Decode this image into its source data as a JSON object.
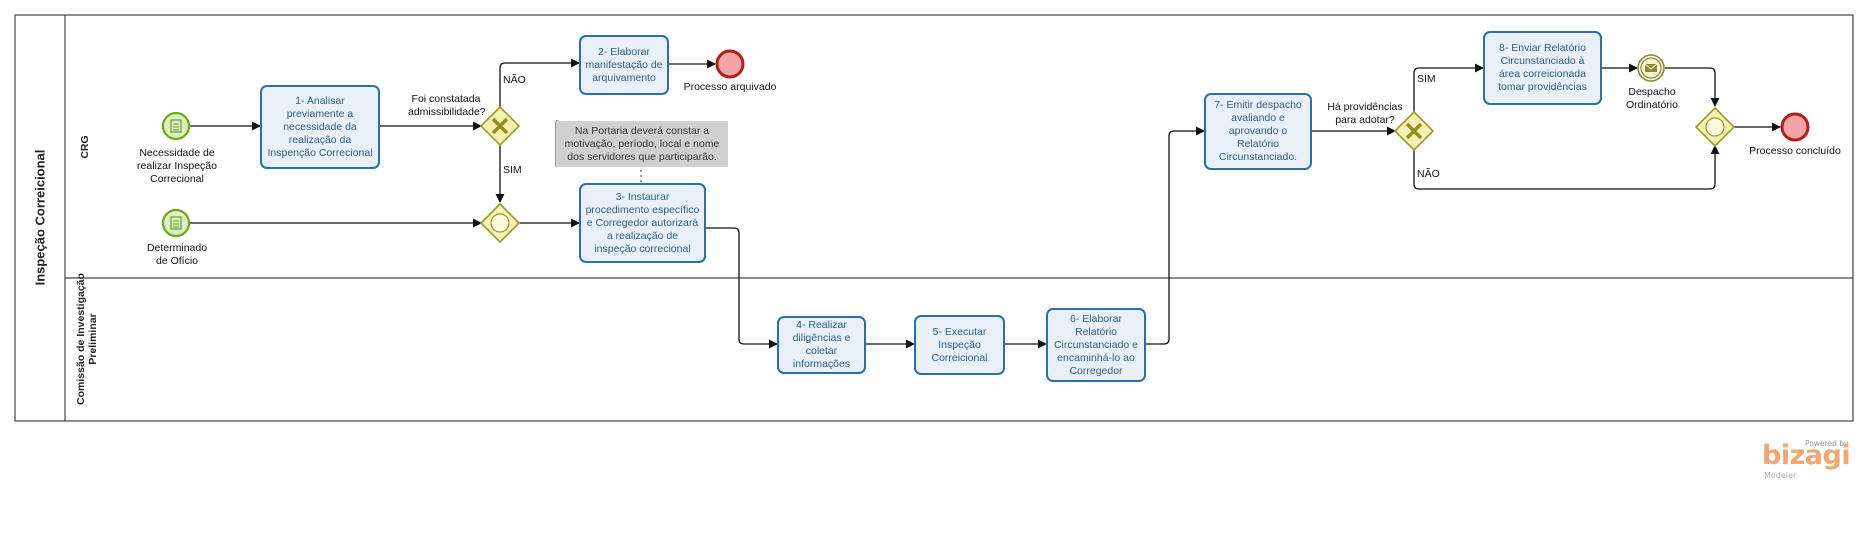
{
  "pool": {
    "title": "Inspeção Correicional"
  },
  "lanes": [
    {
      "id": "crg",
      "title": "CRG"
    },
    {
      "id": "comissao",
      "title": "Comissão de Investigação Preliminar"
    }
  ],
  "events": {
    "start1": "Necessidade de realizar Inspeção Correcional",
    "start2": "Determinado de Ofício",
    "end1": "Processo arquivado",
    "end2": "Processo concluído",
    "message": "Despacho Ordinatório"
  },
  "gateways": {
    "g1": "Foi constatada admissibilidade?",
    "g2": "Há providências para adotar?"
  },
  "tasks": {
    "t1": "1- Analisar previamente a necessidade da realização da Inspenção Correcional",
    "t2": "2- Elaborar manifestação de arquivamento",
    "t3": "3- Instaurar procedimento específico e Corregedor autorizará a realização de inspeção correcional",
    "t4": "4- Realizar diligências e coletar informações",
    "t5": "5- Executar Inspeção Correicional",
    "t6": "6- Elaborar Relatório Circunstanciado e encaminhá-lo ao Corregedor",
    "t7": "7- Emitir despacho avaliando e aprovando o Relatório Circunstanciado.",
    "t8": "8- Enviar Relatório Circunstanciado à área correicionada tomar providências"
  },
  "flow_labels": {
    "g1_no": "NÃO",
    "g1_yes": "SIM",
    "g2_yes": "SIM",
    "g2_no": "NÃO"
  },
  "annotation": "Na Portaria deverá constar a motivação, período, local e nome dos servidores que participarão.",
  "branding": {
    "powered": "Powered by",
    "name": "bizagi",
    "product": "Modeler"
  }
}
